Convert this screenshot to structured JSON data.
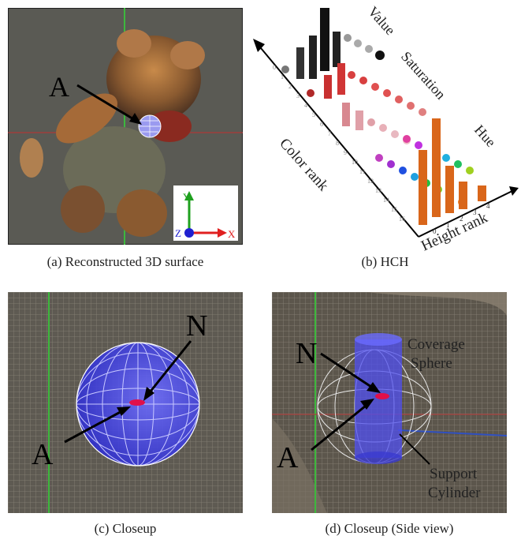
{
  "panels": {
    "a": {
      "caption": "(a) Reconstructed 3D surface",
      "point_label": "A",
      "axes": {
        "y": "Y",
        "z": "Z",
        "x": "X"
      }
    },
    "b": {
      "caption": "(b) HCH",
      "axis_labels": {
        "color_rank": "Color rank",
        "height_rank": "Height rank"
      },
      "row_labels": {
        "value": "Value",
        "saturation": "Saturation",
        "hue": "Hue"
      },
      "hue_height_ticks": [
        "0",
        "1",
        "2",
        "3",
        "4"
      ]
    },
    "c": {
      "caption": "(c) Closeup",
      "label_n": "N",
      "label_a": "A"
    },
    "d": {
      "caption": "(d) Closeup (Side view)",
      "label_n": "N",
      "label_a": "A",
      "label_coverage": "Coverage",
      "label_sphere": "Sphere",
      "label_support": "Support",
      "label_cylinder": "Cylinder"
    }
  },
  "colors": {
    "background_gray": "#5c5c5c",
    "sphere_blue": "#4f4ff0",
    "bar_orange": "#d9661a",
    "normal_red": "#e0104a"
  }
}
